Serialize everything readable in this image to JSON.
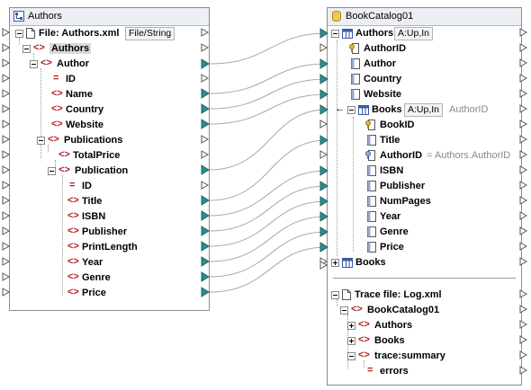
{
  "source": {
    "title": "Authors",
    "file_label": "File: Authors.xml",
    "file_tag": "File/String",
    "items": {
      "authors": "Authors",
      "author": "Author",
      "id": "ID",
      "name": "Name",
      "country": "Country",
      "website": "Website",
      "publications": "Publications",
      "totalprice": "TotalPrice",
      "publication": "Publication",
      "pub_id": "ID",
      "title": "Title",
      "isbn": "ISBN",
      "publisher": "Publisher",
      "printlength": "PrintLength",
      "year": "Year",
      "genre": "Genre",
      "price": "Price"
    }
  },
  "target": {
    "title": "BookCatalog01",
    "authors_table": "Authors",
    "authors_tag": "A:Up,In",
    "authors_fields": {
      "authorid": "AuthorID",
      "author": "Author",
      "country": "Country",
      "website": "Website"
    },
    "books_table": "Books",
    "books_tag": "A:Up,In",
    "books_note": "AuthorID",
    "books_fields": {
      "bookid": "BookID",
      "title": "Title",
      "authorid": "AuthorID",
      "authorid_note": "= Authors.AuthorID",
      "isbn": "ISBN",
      "publisher": "Publisher",
      "numpages": "NumPages",
      "year": "Year",
      "genre": "Genre",
      "price": "Price"
    },
    "books_root": "Books",
    "trace_file": "Trace file: Log.xml",
    "trace_root": "BookCatalog01",
    "trace_items": {
      "authors": "Authors",
      "books": "Books",
      "summary": "trace:summary",
      "errors": "errors"
    }
  },
  "colors": {
    "connector": "#2e8b8b",
    "element_icon": "#b22222",
    "title_bar": "#eceff4",
    "line": "#9a9a9a"
  }
}
